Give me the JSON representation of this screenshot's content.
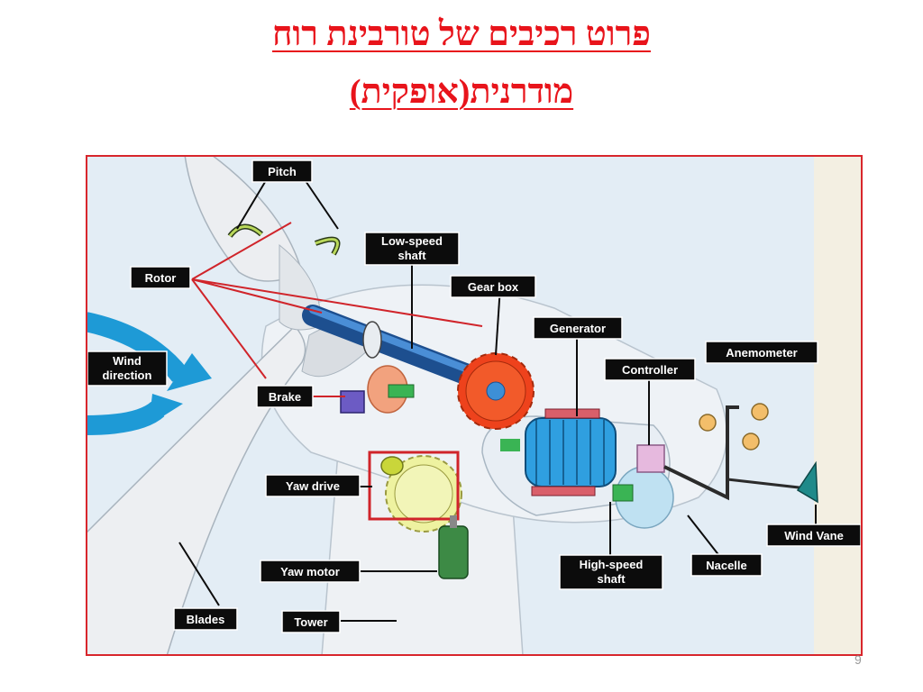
{
  "slide": {
    "title_line1": "פרוט רכיבים של טורבינת רוח",
    "title_line2": "מודרנית(אופקית)",
    "page_number": "9"
  },
  "diagram": {
    "labels": {
      "pitch": "Pitch",
      "low_speed_shaft_1": "Low-speed",
      "low_speed_shaft_2": "shaft",
      "rotor": "Rotor",
      "gear_box": "Gear box",
      "generator": "Generator",
      "anemometer": "Anemometer",
      "controller": "Controller",
      "wind_direction_1": "Wind",
      "wind_direction_2": "direction",
      "brake": "Brake",
      "yaw_drive": "Yaw drive",
      "wind_vane": "Wind Vane",
      "yaw_motor": "Yaw motor",
      "high_speed_shaft_1": "High-speed",
      "high_speed_shaft_2": "shaft",
      "nacelle": "Nacelle",
      "blades": "Blades",
      "tower": "Tower"
    }
  },
  "colors": {
    "title": "#e8141b",
    "frame": "#d8262c",
    "background": "#e4eef6",
    "gear_box": "#f0421c",
    "generator": "#2f9fe0",
    "wind_arrow": "#1e9ad6"
  }
}
